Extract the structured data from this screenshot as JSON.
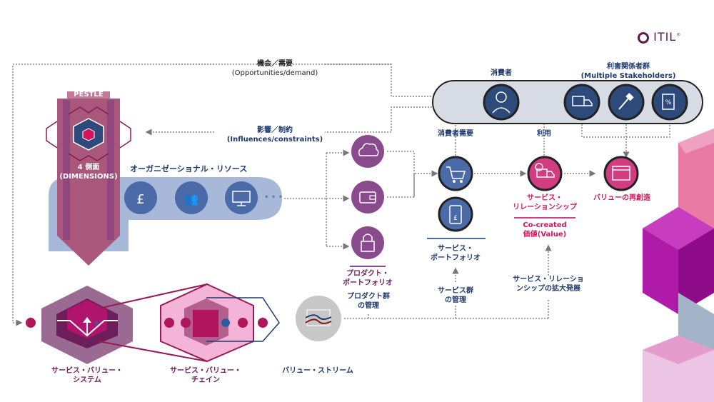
{
  "logo": {
    "text": "ITIL",
    "mark": "®"
  },
  "colors": {
    "navy": "#1f3a6e",
    "magenta": "#d4145a",
    "purple": "#8a4a8a",
    "pink_arrow": "#b0476e",
    "light_blue_band": "#a8b8d8",
    "stakeholder_band": "#d7dce4",
    "circle_blue": "#4a6aa8",
    "circle_dark_blue": "#2d4a7a",
    "circle_purple": "#8a4a8e",
    "circle_pink": "#d23c80"
  },
  "top_flow": {
    "opportunities_jp": "機会／需要",
    "opportunities_en": "(Opportunities/demand)",
    "influences_jp": "影響／制約",
    "influences_en": "(Influences/constraints)"
  },
  "left_column": {
    "pestle": "PESTLE",
    "dimensions_jp": "4 側面",
    "dimensions_en": "(DIMENSIONS)"
  },
  "org_resources": {
    "title": "オーガニゼーショナル・リソース",
    "icons": [
      "finance-icon",
      "people-icon",
      "computer-icon"
    ],
    "more": "• • •"
  },
  "stakeholders": {
    "consumer_label": "消費者",
    "group_label_jp": "利害関係者群",
    "group_label_en": "(Multiple Stakeholders)",
    "icons": [
      "person-icon",
      "truck-icon",
      "gavel-icon",
      "contract-icon"
    ]
  },
  "product_portfolio": {
    "icons": [
      "cloud-icon",
      "wallet-icon",
      "lock-icon"
    ],
    "label_line1": "プロダクト・",
    "label_line2": "ポートフォリオ",
    "management_line1": "プロダクト群",
    "management_line2": "の管理"
  },
  "service_portfolio": {
    "consumer_demand": "消費者需要",
    "label_line1": "サービス・",
    "label_line2": "ポートフォリオ",
    "management_line1": "サービス群",
    "management_line2": "の管理"
  },
  "service_relationship": {
    "usage": "利用",
    "label_line1": "サービス・",
    "label_line2": "リレーションシップ",
    "cocreated_line1": "Co-created",
    "cocreated_line2": "価値(Value)",
    "expansion_line1": "サービス・リレーショ",
    "expansion_line2": "ンシップの拡大発展"
  },
  "value_recreation": {
    "label": "バリューの再創造"
  },
  "bottom": {
    "svs_line1": "サービス・バリュー・",
    "svs_line2": "システム",
    "svc_line1": "サービス・バリュー・",
    "svc_line2": "チェイン",
    "value_stream": "バリュー・ストリーム"
  }
}
